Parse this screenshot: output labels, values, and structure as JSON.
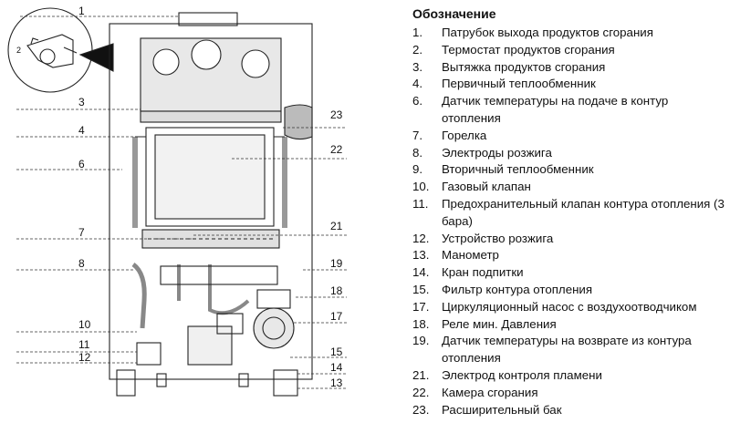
{
  "legend": {
    "title": "Обозначение",
    "items": [
      {
        "num": "1.",
        "text": "Патрубок выхода продуктов сгорания"
      },
      {
        "num": "2.",
        "text": "Термостат продуктов сгорания"
      },
      {
        "num": "3.",
        "text": "Вытяжка продуктов сгорания"
      },
      {
        "num": "4.",
        "text": "Первичный теплообменник"
      },
      {
        "num": "6.",
        "text": "Датчик температуры на подаче в контур отопления"
      },
      {
        "num": "7.",
        "text": "Горелка"
      },
      {
        "num": "8.",
        "text": "Электроды розжига"
      },
      {
        "num": "9.",
        "text": "Вторичный теплообменник"
      },
      {
        "num": "10.",
        "text": "Газовый клапан"
      },
      {
        "num": "11.",
        "text": "Предохранительный клапан контура отопления (3 бара)"
      },
      {
        "num": "12.",
        "text": "Устройство розжига"
      },
      {
        "num": "13.",
        "text": "Манометр"
      },
      {
        "num": "14.",
        "text": "Кран подпитки"
      },
      {
        "num": "15.",
        "text": "Фильтр контура отопления"
      },
      {
        "num": "17.",
        "text": "Циркуляционный насос с воздухоотводчиком"
      },
      {
        "num": "18.",
        "text": "Реле мин. Давления"
      },
      {
        "num": "19.",
        "text": "Датчик температуры на возврате из контура отопления"
      },
      {
        "num": "21.",
        "text": "Электрод контроля пламени"
      },
      {
        "num": "22.",
        "text": "Камера сгорания"
      },
      {
        "num": "23.",
        "text": "Расширительный бак"
      }
    ]
  },
  "callouts": {
    "n1": "1",
    "n2": "2",
    "n3": "3",
    "n4": "4",
    "n6": "6",
    "n7": "7",
    "n8": "8",
    "n10": "10",
    "n11": "11",
    "n12": "12",
    "n13": "13",
    "n14": "14",
    "n15": "15",
    "n17": "17",
    "n18": "18",
    "n19": "19",
    "n21": "21",
    "n22": "22",
    "n23": "23"
  }
}
